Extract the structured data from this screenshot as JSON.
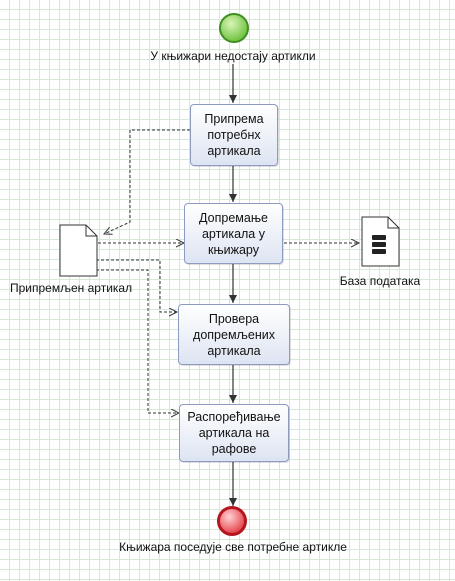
{
  "diagram": {
    "start_event": {
      "label": "У књижари недостају артикли"
    },
    "end_event": {
      "label": "Књижара поседује све потребне артикле"
    },
    "tasks": [
      {
        "id": "t1",
        "label": "Припрема\nпотребнх\nартикала"
      },
      {
        "id": "t2",
        "label": "Допремање\nартикала у\nкњижару"
      },
      {
        "id": "t3",
        "label": "Провера\nдопремљених\nартикала"
      },
      {
        "id": "t4",
        "label": "Распоређивање\nартикала на\nрафове"
      }
    ],
    "data_object": {
      "label": "Припремљен артикал"
    },
    "data_store": {
      "label": "База података"
    },
    "colors": {
      "start_fill": "#7ccf4a",
      "start_stroke": "#3f8f22",
      "end_fill": "#ee4a50",
      "end_stroke": "#b3161d",
      "task_border": "#8e9bc0",
      "task_fill": "#dde4f2",
      "grid": "#d6e8d8",
      "line": "#333333"
    }
  }
}
